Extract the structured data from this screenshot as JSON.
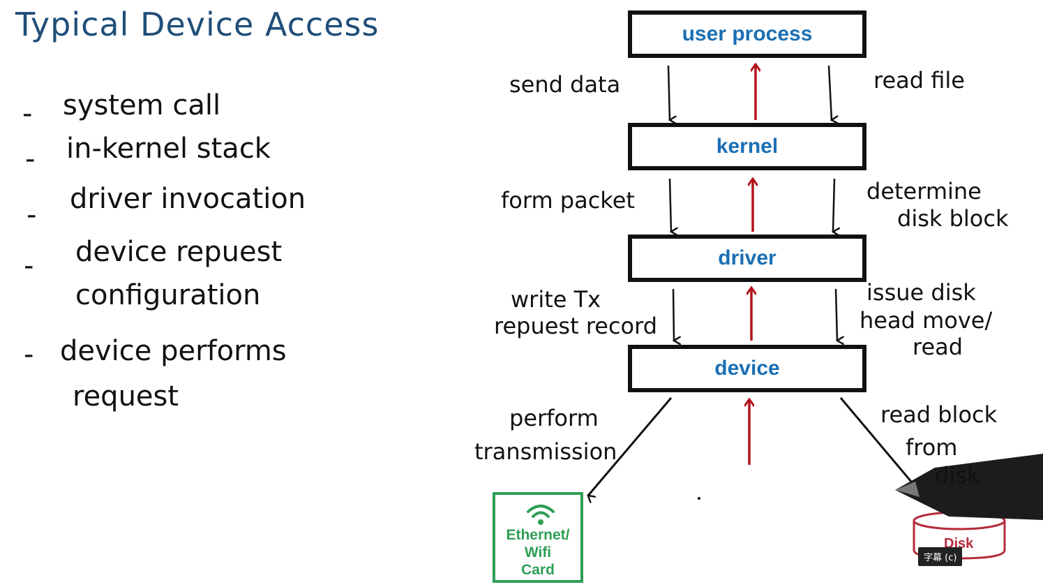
{
  "title": "Typical Device Access",
  "steps": [
    {
      "dash": "-",
      "text": "system call"
    },
    {
      "dash": "-",
      "text": "in-kernel stack"
    },
    {
      "dash": "-",
      "text": "driver invocation"
    },
    {
      "dash": "-",
      "text": "device repuest",
      "text2": "configuration"
    },
    {
      "dash": "-",
      "text": "device performs",
      "text2": "request"
    }
  ],
  "layers": {
    "user_process": "user process",
    "kernel": "kernel",
    "driver": "driver",
    "device": "device"
  },
  "left_labels": {
    "send_data": "send data",
    "form_packet": "form packet",
    "write_tx_1": "write Tx",
    "write_tx_2": "repuest record",
    "perform_1": "perform",
    "perform_2": "transmission"
  },
  "right_labels": {
    "read_file": "read file",
    "determine_1": "determine",
    "determine_2": "disk block",
    "issue_1": "issue disk",
    "issue_2": "head move/",
    "issue_3": "read",
    "readblock_1": "read block",
    "readblock_2": "from",
    "readblock_3": "disk"
  },
  "devices": {
    "network_card_1": "Ethernet/",
    "network_card_2": "Wifi",
    "network_card_3": "Card",
    "disk": "Disk"
  },
  "caption_badge": "字幕 (c)",
  "colors": {
    "title": "#1f4e79",
    "box_text": "#1a6fb4",
    "up_arrow": "#b5121b",
    "card": "#2e9e55",
    "disk": "#b52a3a"
  }
}
